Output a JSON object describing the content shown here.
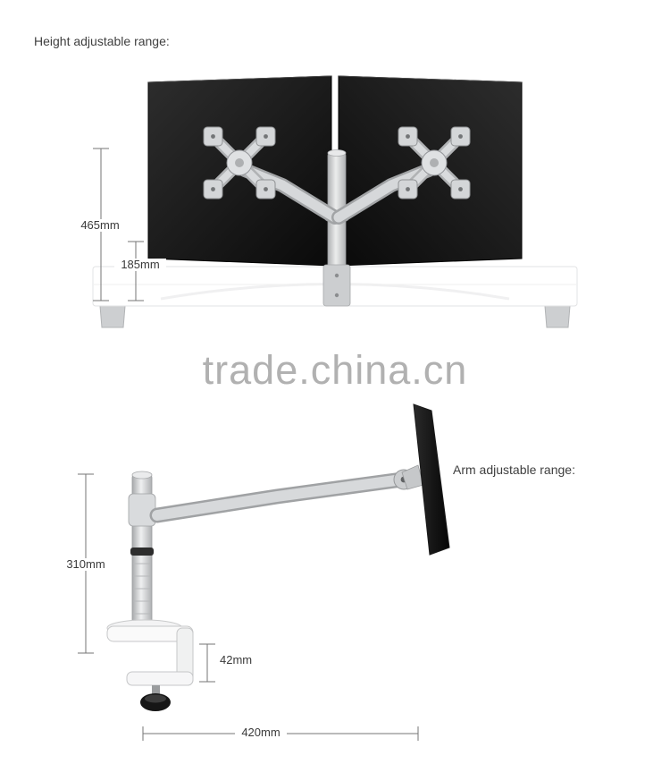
{
  "labels": {
    "height_range": "Height adjustable range:",
    "arm_range": "Arm adjustable range:"
  },
  "dimensions": {
    "dual_mount_height": "465mm",
    "dual_mount_lower": "185mm",
    "single_pole_height": "310mm",
    "clamp_opening": "42mm",
    "arm_reach": "420mm"
  },
  "watermark": {
    "text": "trade.china.cn"
  },
  "colors": {
    "background": "#ffffff",
    "monitor_panel": "#141414",
    "silver_hardware": "#d6d8da",
    "dimension_lines": "#767676",
    "label_text": "#3f3f3f",
    "watermark_text": "#b1b1b1"
  }
}
